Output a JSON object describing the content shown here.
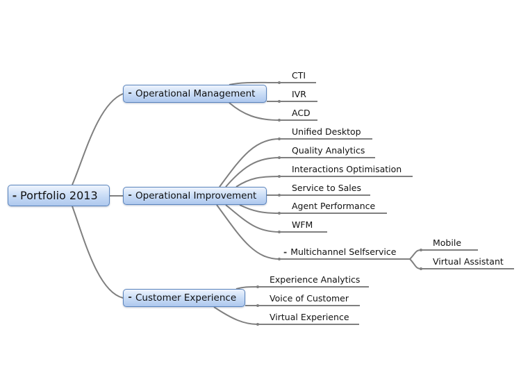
{
  "central": {
    "label": "Portfolio 2013",
    "collapse": "-"
  },
  "branches": [
    {
      "label": "Operational Management",
      "collapse": "-",
      "topics": [
        "CTI",
        "IVR",
        "ACD"
      ]
    },
    {
      "label": "Operational Improvement",
      "collapse": "-",
      "topics": [
        "Unified Desktop",
        "Quality Analytics",
        "Interactions Optimisation",
        "Service to Sales",
        "Agent Performance",
        "WFM",
        "Multichannel Selfservice"
      ],
      "multichannel": {
        "collapse": "-",
        "children": [
          "Mobile",
          "Virtual Assistant"
        ]
      }
    },
    {
      "label": "Customer Experience",
      "collapse": "-",
      "topics": [
        "Experience Analytics",
        "Voice of Customer",
        "Virtual Experience"
      ]
    }
  ],
  "colors": {
    "connector": "#7f7f7f",
    "box_border": "#5a84bd",
    "box_fill_top": "#eef4fd",
    "box_fill_bottom": "#aec8ee"
  }
}
